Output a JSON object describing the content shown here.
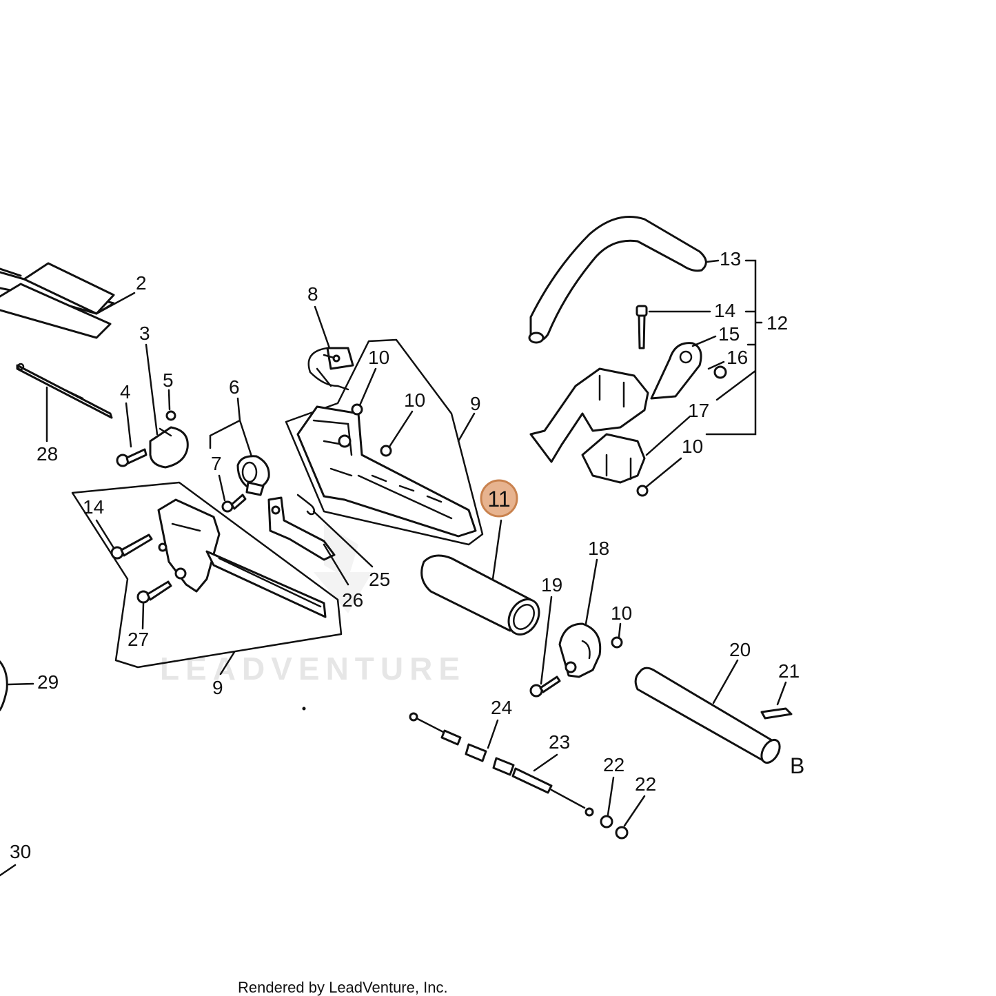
{
  "watermark": "LEADVENTURE",
  "footer": "Rendered by LeadVenture, Inc.",
  "highlight": {
    "label": "11",
    "color": "#e7b38f",
    "border_color": "#c9824e"
  },
  "callouts": {
    "c2": "2",
    "c3": "3",
    "c4": "4",
    "c5": "5",
    "c6": "6",
    "c7": "7",
    "c8": "8",
    "c9a": "9",
    "c9b": "9",
    "c10a": "10",
    "c10b": "10",
    "c10c": "10",
    "c10d": "10",
    "c12": "12",
    "c13": "13",
    "c14a": "14",
    "c14b": "14",
    "c15": "15",
    "c16": "16",
    "c17": "17",
    "c18": "18",
    "c19": "19",
    "c20": "20",
    "c21": "21",
    "c22a": "22",
    "c22b": "22",
    "c23": "23",
    "c24": "24",
    "c25": "25",
    "c26": "26",
    "c27": "27",
    "c28": "28",
    "c29": "29",
    "c30": "30",
    "cB": "B"
  }
}
